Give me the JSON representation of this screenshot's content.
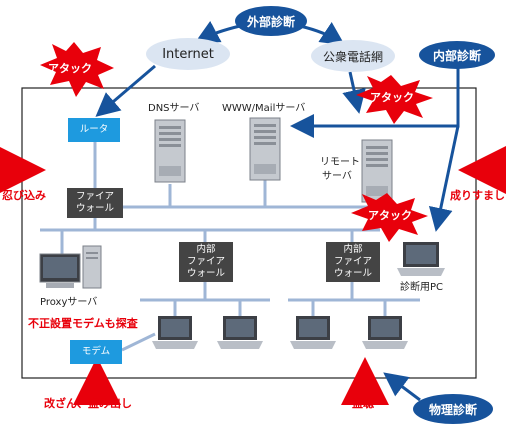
{
  "diagnostics": {
    "external": "外部診断",
    "internal": "内部診断",
    "physical": "物理診断"
  },
  "networks": {
    "internet": "Internet",
    "public_phone": "公衆電話網"
  },
  "attacks": {
    "label": "アタック"
  },
  "devices": {
    "router": "ルータ",
    "firewall_line1": "ファイア",
    "firewall_line2": "ウォール",
    "internal_fw_line1": "内部",
    "internal_fw_line2": "ファイア",
    "internal_fw_line3": "ウォール",
    "modem": "モデム",
    "dns_server": "DNSサーバ",
    "www_server": "WWW/Mailサーバ",
    "remote_server_line1": "リモート",
    "remote_server_line2": "サーバ",
    "proxy_server": "Proxyサーバ",
    "diag_pc": "診断用PC"
  },
  "threats": {
    "intrusion": "忍び込み",
    "spoofing": "成りすまし",
    "rogue_modem": "不正設置モデムも探査",
    "tamper": "改ざん、盗み出し",
    "wiretap": "盗聴"
  },
  "colors": {
    "navy": "#17539c",
    "cloud": "#dbe5f2",
    "alert_red": "#e8000b",
    "cable": "#9fb6d6",
    "device_blue": "#1e9adf",
    "device_dark": "#444444"
  }
}
